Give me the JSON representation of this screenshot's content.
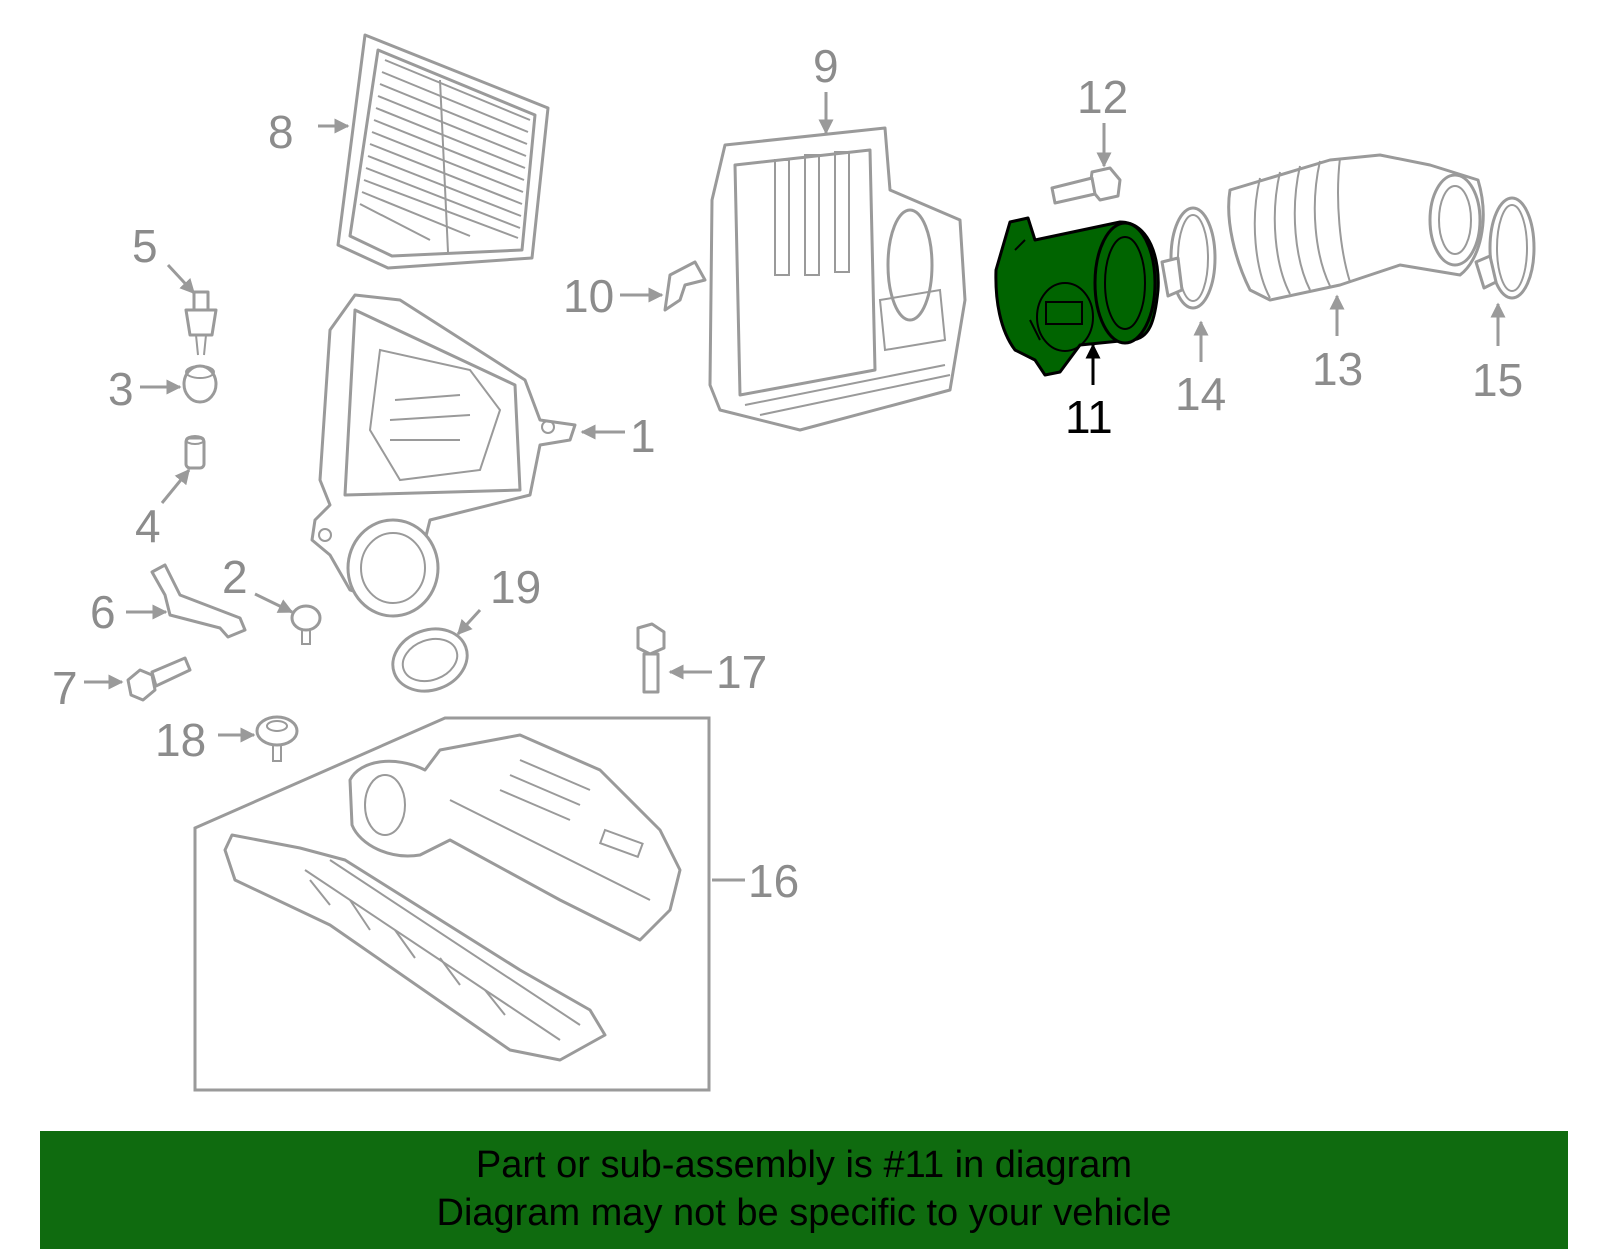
{
  "callouts": {
    "c1": "1",
    "c2": "2",
    "c3": "3",
    "c4": "4",
    "c5": "5",
    "c6": "6",
    "c7": "7",
    "c8": "8",
    "c9": "9",
    "c10": "10",
    "c11": "11",
    "c12": "12",
    "c13": "13",
    "c14": "14",
    "c15": "15",
    "c16": "16",
    "c17": "17",
    "c18": "18",
    "c19": "19"
  },
  "highlighted_part": "11",
  "colors": {
    "highlight_fill": "#006400",
    "banner": "#0f6b0f",
    "line": "#9a9a9a"
  },
  "banner": {
    "line1": "Part or sub-assembly is #11 in diagram",
    "line2": "Diagram may not be specific to your vehicle"
  }
}
